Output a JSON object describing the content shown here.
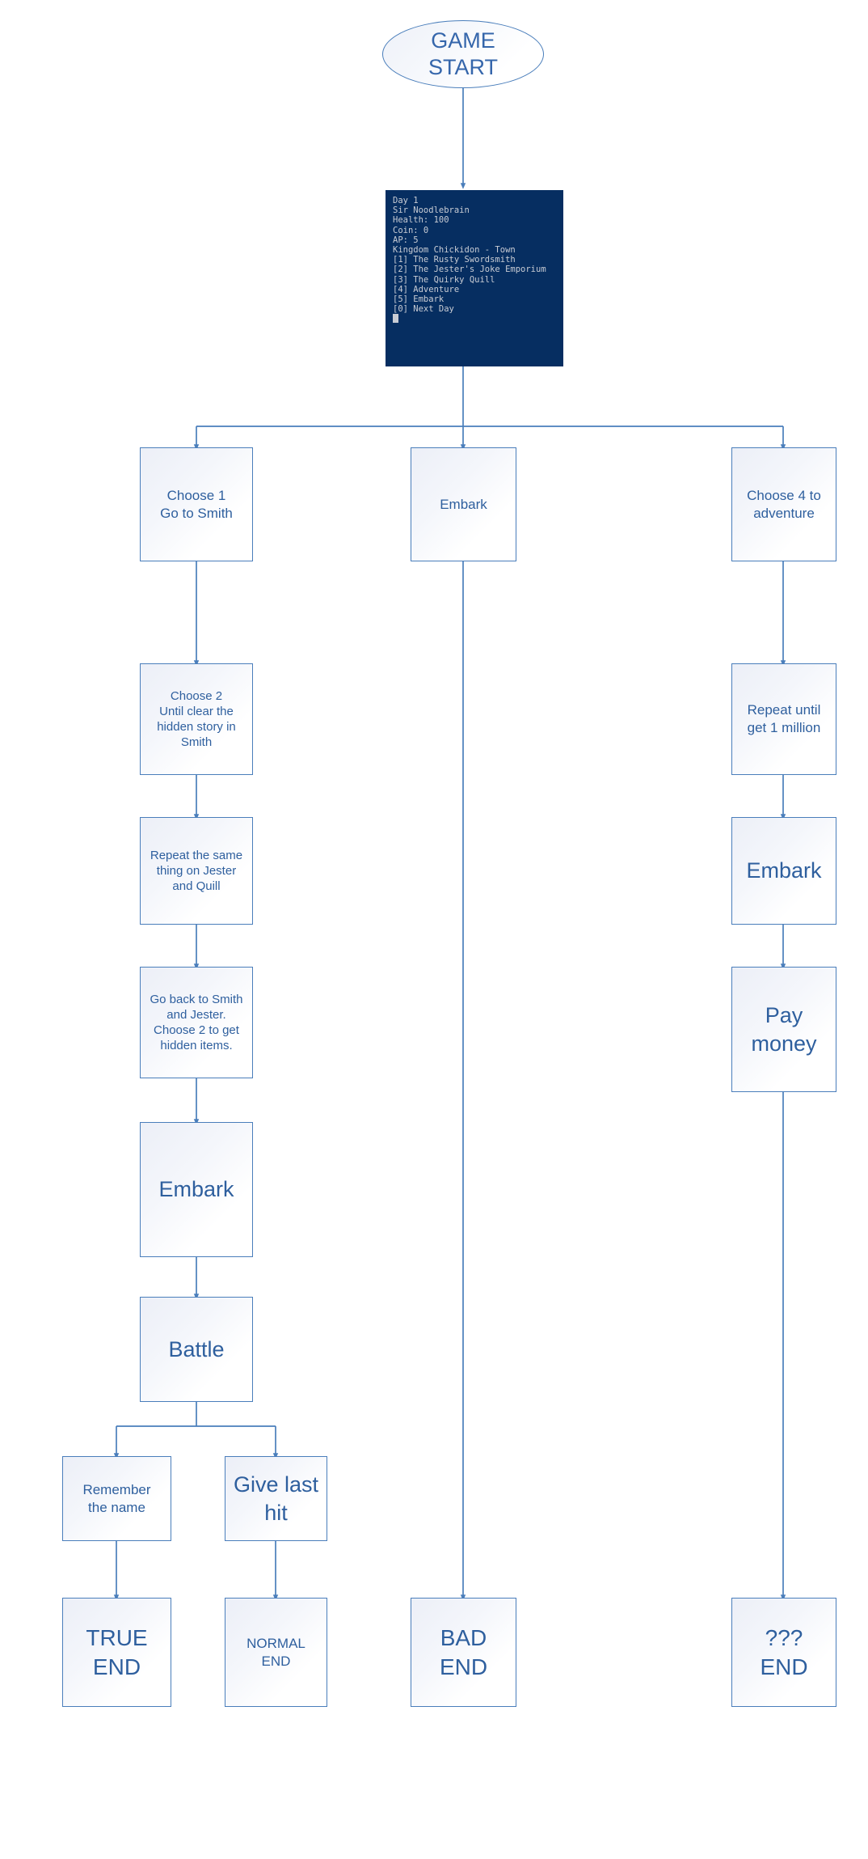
{
  "diagram": {
    "title": "Game route flowchart",
    "accent_color": "#4a7ebb",
    "text_color": "#2e5f9e",
    "terminal_bg": "#062e61",
    "terminal_fg": "#c8ccd4"
  },
  "start": {
    "label": "GAME\nSTART"
  },
  "terminal": {
    "lines": [
      "Day 1",
      "Sir Noodlebrain",
      "Health: 100",
      "Coin: 0",
      "AP: 5",
      "Kingdom Chickidon - Town",
      "[1] The Rusty Swordsmith",
      "[2] The Jester's Joke Emporium",
      "[3] The Quirky Quill",
      "[4] Adventure",
      "[5] Embark",
      "[0] Next Day"
    ],
    "cursor": "block"
  },
  "branch_left": {
    "choose1": "Choose 1\nGo to Smith",
    "choose2": "Choose 2\nUntil clear the\nhidden story in\nSmith",
    "repeat": "Repeat the same\nthing on Jester\nand Quill",
    "goback": "Go back to Smith\nand Jester.\nChoose 2 to get\nhidden items.",
    "embark": "Embark",
    "battle": "Battle",
    "remember": "Remember\nthe name",
    "givehit": "Give last\nhit",
    "true_end": "TRUE\nEND",
    "normal_end": "NORMAL\nEND"
  },
  "branch_center": {
    "embark": "Embark",
    "bad_end": "BAD\nEND"
  },
  "branch_right": {
    "choose4": "Choose 4 to\nadventure",
    "repeat_million": "Repeat until\nget 1 million",
    "embark": "Embark",
    "pay_money": "Pay\nmoney",
    "unknown_end": "???\nEND"
  }
}
